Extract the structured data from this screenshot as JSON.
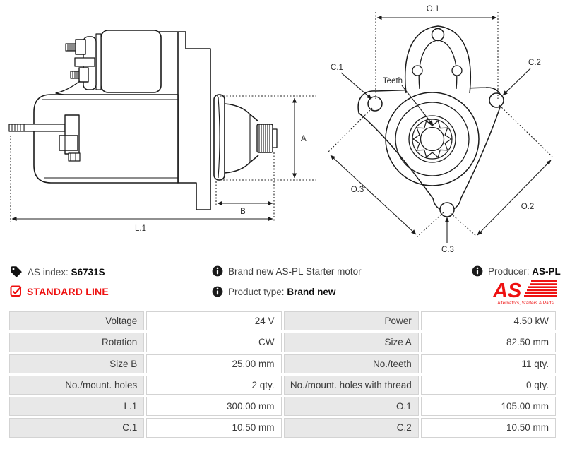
{
  "colors": {
    "accent_red": "#ee1111",
    "line_dark": "#1a1a1a",
    "label_cell_bg": "#e8e8e8",
    "cell_border": "#d3d3d3",
    "text_dark": "#3a3a3a"
  },
  "drawings": {
    "side_view": {
      "labels": {
        "a": "A",
        "b": "B",
        "l1": "L.1"
      }
    },
    "front_view": {
      "labels": {
        "o1": "O.1",
        "o2": "O.2",
        "o3": "O.3",
        "c1": "C.1",
        "c2": "C.2",
        "c3": "C.3",
        "teeth": "Teeth"
      }
    }
  },
  "info_bar": {
    "as_index": {
      "label": "AS index:",
      "value": "S6731S"
    },
    "line_badge": "STANDARD LINE",
    "description": "Brand new AS-PL Starter motor",
    "product_type": {
      "label": "Product type:",
      "value": "Brand new"
    },
    "producer": {
      "label": "Producer:",
      "value": "AS-PL"
    },
    "logo": {
      "text": "AS",
      "tagline": "Alternators, Starters & Parts"
    }
  },
  "spec_table": {
    "rows": [
      [
        {
          "label": "Voltage",
          "value": "24 V"
        },
        {
          "label": "Power",
          "value": "4.50 kW"
        }
      ],
      [
        {
          "label": "Rotation",
          "value": "CW"
        },
        {
          "label": "Size A",
          "value": "82.50 mm"
        }
      ],
      [
        {
          "label": "Size B",
          "value": "25.00 mm"
        },
        {
          "label": "No./teeth",
          "value": "11 qty."
        }
      ],
      [
        {
          "label": "No./mount. holes",
          "value": "2 qty."
        },
        {
          "label": "No./mount. holes with thread",
          "value": "0 qty."
        }
      ],
      [
        {
          "label": "L.1",
          "value": "300.00 mm"
        },
        {
          "label": "O.1",
          "value": "105.00 mm"
        }
      ],
      [
        {
          "label": "C.1",
          "value": "10.50 mm"
        },
        {
          "label": "C.2",
          "value": "10.50 mm"
        }
      ]
    ]
  }
}
